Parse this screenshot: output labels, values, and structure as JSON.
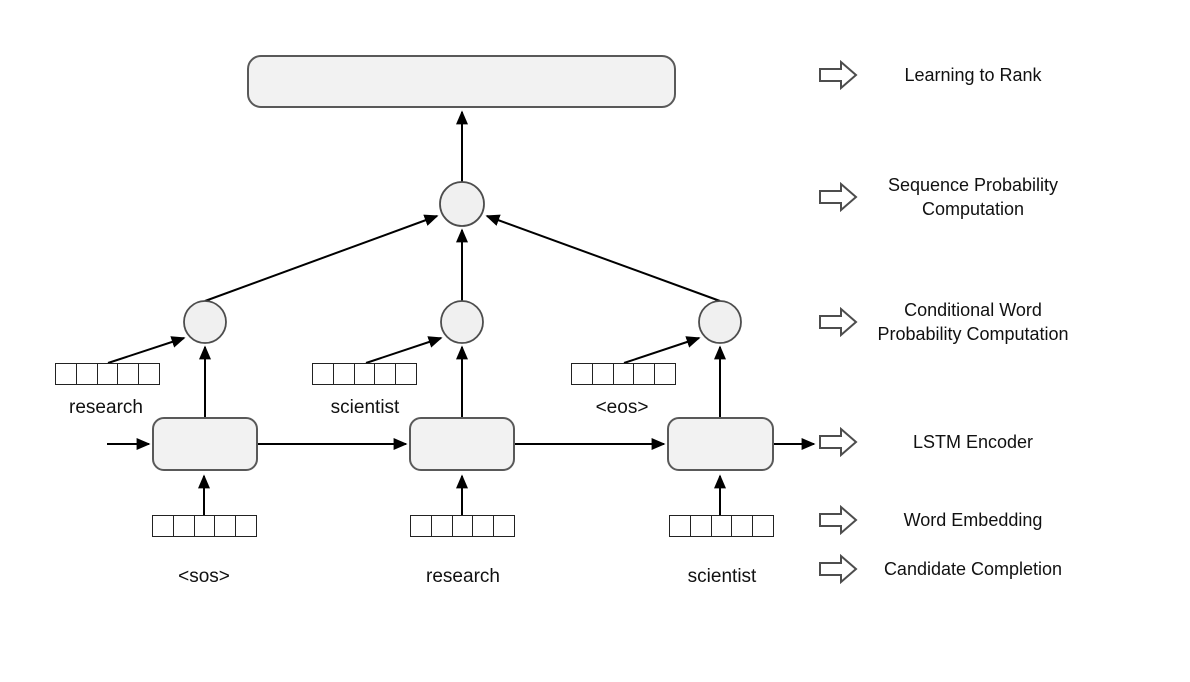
{
  "diagram": {
    "predicted_words": [
      {
        "label": "research"
      },
      {
        "label": "scientist"
      },
      {
        "label": "<eos>"
      }
    ],
    "input_words": [
      {
        "label": "<sos>"
      },
      {
        "label": "research"
      },
      {
        "label": "scientist"
      }
    ]
  },
  "legend": {
    "items": [
      {
        "label": "Learning to Rank"
      },
      {
        "label": "Sequence Probability Computation"
      },
      {
        "label": "Conditional Word Probability Computation"
      },
      {
        "label": "LSTM Encoder"
      },
      {
        "label": "Word Embedding"
      },
      {
        "label": "Candidate Completion"
      }
    ]
  },
  "colors": {
    "node_fill": "#f2f2f2",
    "node_border": "#595959",
    "line": "#000000",
    "strip_border": "#222222"
  }
}
